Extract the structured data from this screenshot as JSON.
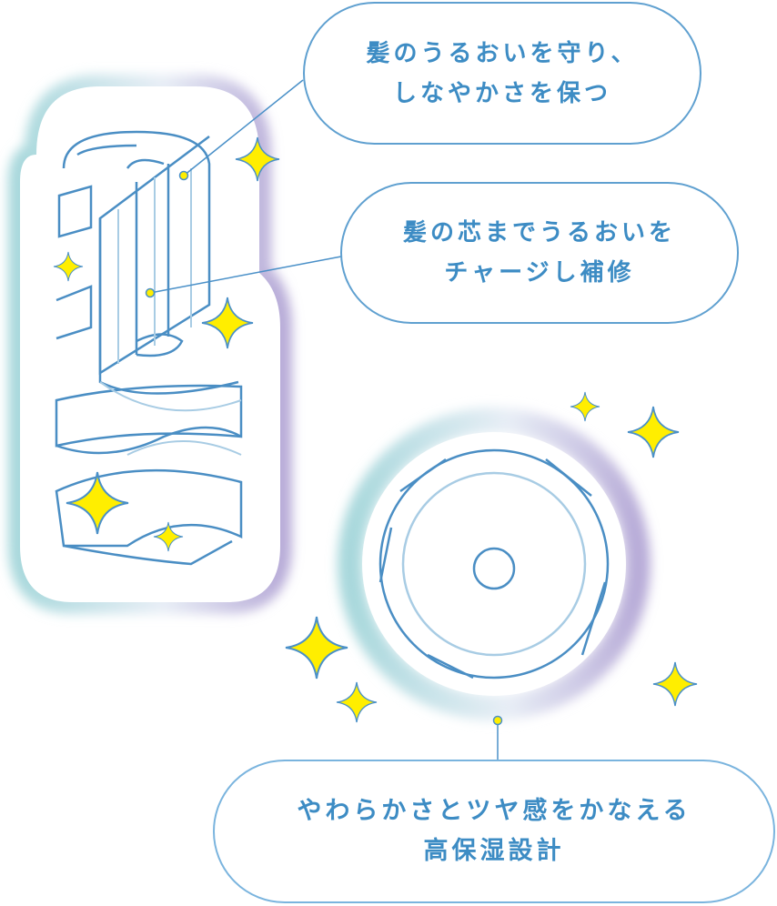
{
  "callouts": [
    {
      "line1": "髪のうるおいを守り、",
      "line2": "しなやかさを保つ"
    },
    {
      "line1": "髪の芯までうるおいを",
      "line2": "チャージし補修"
    },
    {
      "line1": "やわらかさとツヤ感をかなえる",
      "line2": "高保湿設計"
    }
  ],
  "colors": {
    "text": "#3d8cc4",
    "line": "#4a90c8",
    "sparkle": "#ffee00"
  }
}
